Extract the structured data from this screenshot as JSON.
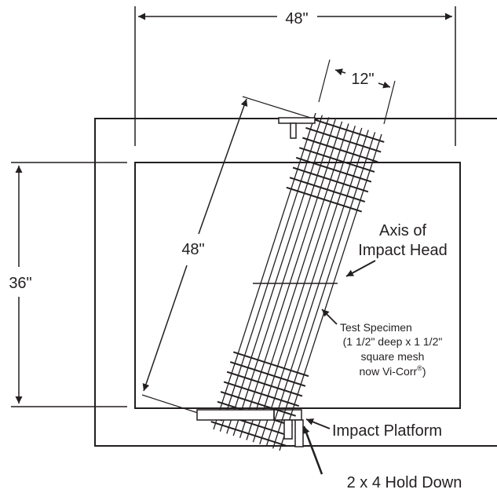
{
  "labels": {
    "top_width": "48\"",
    "mesh_width": "12\"",
    "specimen_length": "48\"",
    "height": "36\"",
    "axis_line1": "Axis of",
    "axis_line2": "Impact Head",
    "spec_line1": "Test Specimen",
    "spec_line2": "(1 1/2\" deep x 1 1/2\"",
    "spec_line3": "square mesh",
    "spec_line4_pre": "now Vi-Corr",
    "spec_line4_sup": "®",
    "spec_line4_post": ")",
    "platform": "Impact Platform",
    "holddown": "2 x 4 Hold Down"
  },
  "colors": {
    "ink": "#231f20",
    "background": "#ffffff"
  }
}
